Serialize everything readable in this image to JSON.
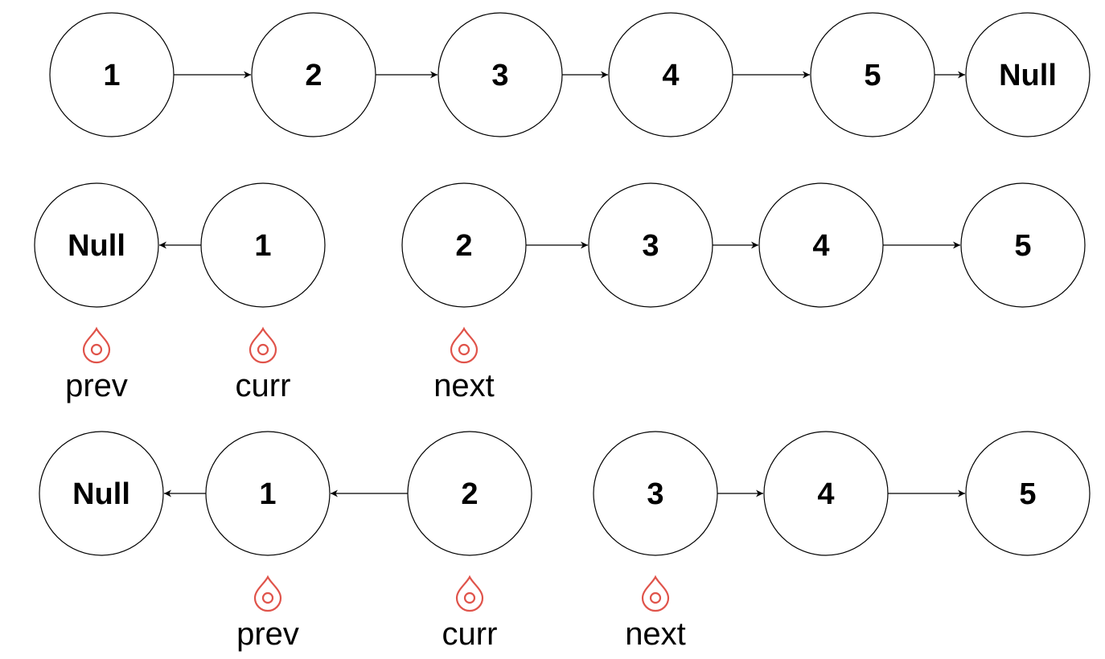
{
  "colors": {
    "stroke": "#000000",
    "pointer_icon": "#e0534a",
    "background": "#ffffff"
  },
  "rows": [
    {
      "nodes": [
        {
          "id": "r1n1",
          "label": "1"
        },
        {
          "id": "r1n2",
          "label": "2"
        },
        {
          "id": "r1n3",
          "label": "3"
        },
        {
          "id": "r1n4",
          "label": "4"
        },
        {
          "id": "r1n5",
          "label": "5"
        },
        {
          "id": "r1null",
          "label": "Null"
        }
      ],
      "edges": [
        {
          "from": "r1n1",
          "to": "r1n2"
        },
        {
          "from": "r1n2",
          "to": "r1n3"
        },
        {
          "from": "r1n3",
          "to": "r1n4"
        },
        {
          "from": "r1n4",
          "to": "r1n5"
        },
        {
          "from": "r1n5",
          "to": "r1null"
        }
      ],
      "pointers": []
    },
    {
      "nodes": [
        {
          "id": "r2null",
          "label": "Null"
        },
        {
          "id": "r2n1",
          "label": "1"
        },
        {
          "id": "r2n2",
          "label": "2"
        },
        {
          "id": "r2n3",
          "label": "3"
        },
        {
          "id": "r2n4",
          "label": "4"
        },
        {
          "id": "r2n5",
          "label": "5"
        }
      ],
      "edges": [
        {
          "from": "r2n1",
          "to": "r2null"
        },
        {
          "from": "r2n2",
          "to": "r2n3"
        },
        {
          "from": "r2n3",
          "to": "r2n4"
        },
        {
          "from": "r2n4",
          "to": "r2n5"
        }
      ],
      "pointers": [
        {
          "label": "prev",
          "node": "r2null"
        },
        {
          "label": "curr",
          "node": "r2n1"
        },
        {
          "label": "next",
          "node": "r2n2"
        }
      ]
    },
    {
      "nodes": [
        {
          "id": "r3null",
          "label": "Null"
        },
        {
          "id": "r3n1",
          "label": "1"
        },
        {
          "id": "r3n2",
          "label": "2"
        },
        {
          "id": "r3n3",
          "label": "3"
        },
        {
          "id": "r3n4",
          "label": "4"
        },
        {
          "id": "r3n5",
          "label": "5"
        }
      ],
      "edges": [
        {
          "from": "r3n1",
          "to": "r3null"
        },
        {
          "from": "r3n2",
          "to": "r3n1"
        },
        {
          "from": "r3n3",
          "to": "r3n4"
        },
        {
          "from": "r3n4",
          "to": "r3n5"
        }
      ],
      "pointers": [
        {
          "label": "prev",
          "node": "r3n1"
        },
        {
          "label": "curr",
          "node": "r3n2"
        },
        {
          "label": "next",
          "node": "r3n3"
        }
      ]
    }
  ]
}
